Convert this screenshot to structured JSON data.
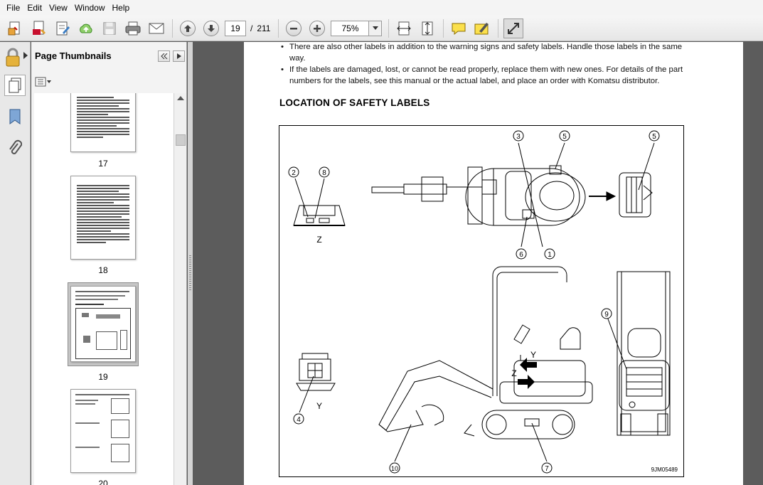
{
  "menu": [
    "File",
    "Edit",
    "View",
    "Window",
    "Help"
  ],
  "toolbar": {
    "current_page": "19",
    "page_separator": "/",
    "total_pages": "211",
    "zoom": "75%"
  },
  "sidebar": {
    "title": "Page Thumbnails",
    "thumbnails": [
      {
        "label": "17"
      },
      {
        "label": "18"
      },
      {
        "label": "19",
        "selected": true
      },
      {
        "label": "20"
      }
    ]
  },
  "document": {
    "bullets": [
      "There are also other labels in addition to the warning signs and safety labels. Handle those labels in the same way.",
      "If the labels are damaged, lost, or cannot be read properly, replace them with new ones. For details of the part numbers for the labels, see this manual or the actual label, and place an order with Komatsu distributor."
    ],
    "bullet_lines": [
      [
        "There are also other labels in addition to the warning signs and safety labels. Handle those labels in the same",
        "way."
      ],
      [
        "If the labels are damaged, lost, or cannot be read properly, replace them with new ones. For details of the part",
        "numbers for the labels, see this manual or the actual label, and place an order with Komatsu distributor."
      ]
    ],
    "section_title": "LOCATION OF SAFETY LABELS",
    "figure": {
      "callouts": [
        "1",
        "2",
        "3",
        "4",
        "5",
        "5",
        "6",
        "7",
        "8",
        "9",
        "10"
      ],
      "view_labels": [
        "Z",
        "Y",
        "Y",
        "Z"
      ],
      "code": "9JM05489"
    }
  },
  "colors": {
    "menubar_bg": "#f4f4f4",
    "toolbar_bg": "#eaeaea",
    "doc_bg": "#5c5c5c",
    "panel_bg": "#f3f3f3"
  }
}
